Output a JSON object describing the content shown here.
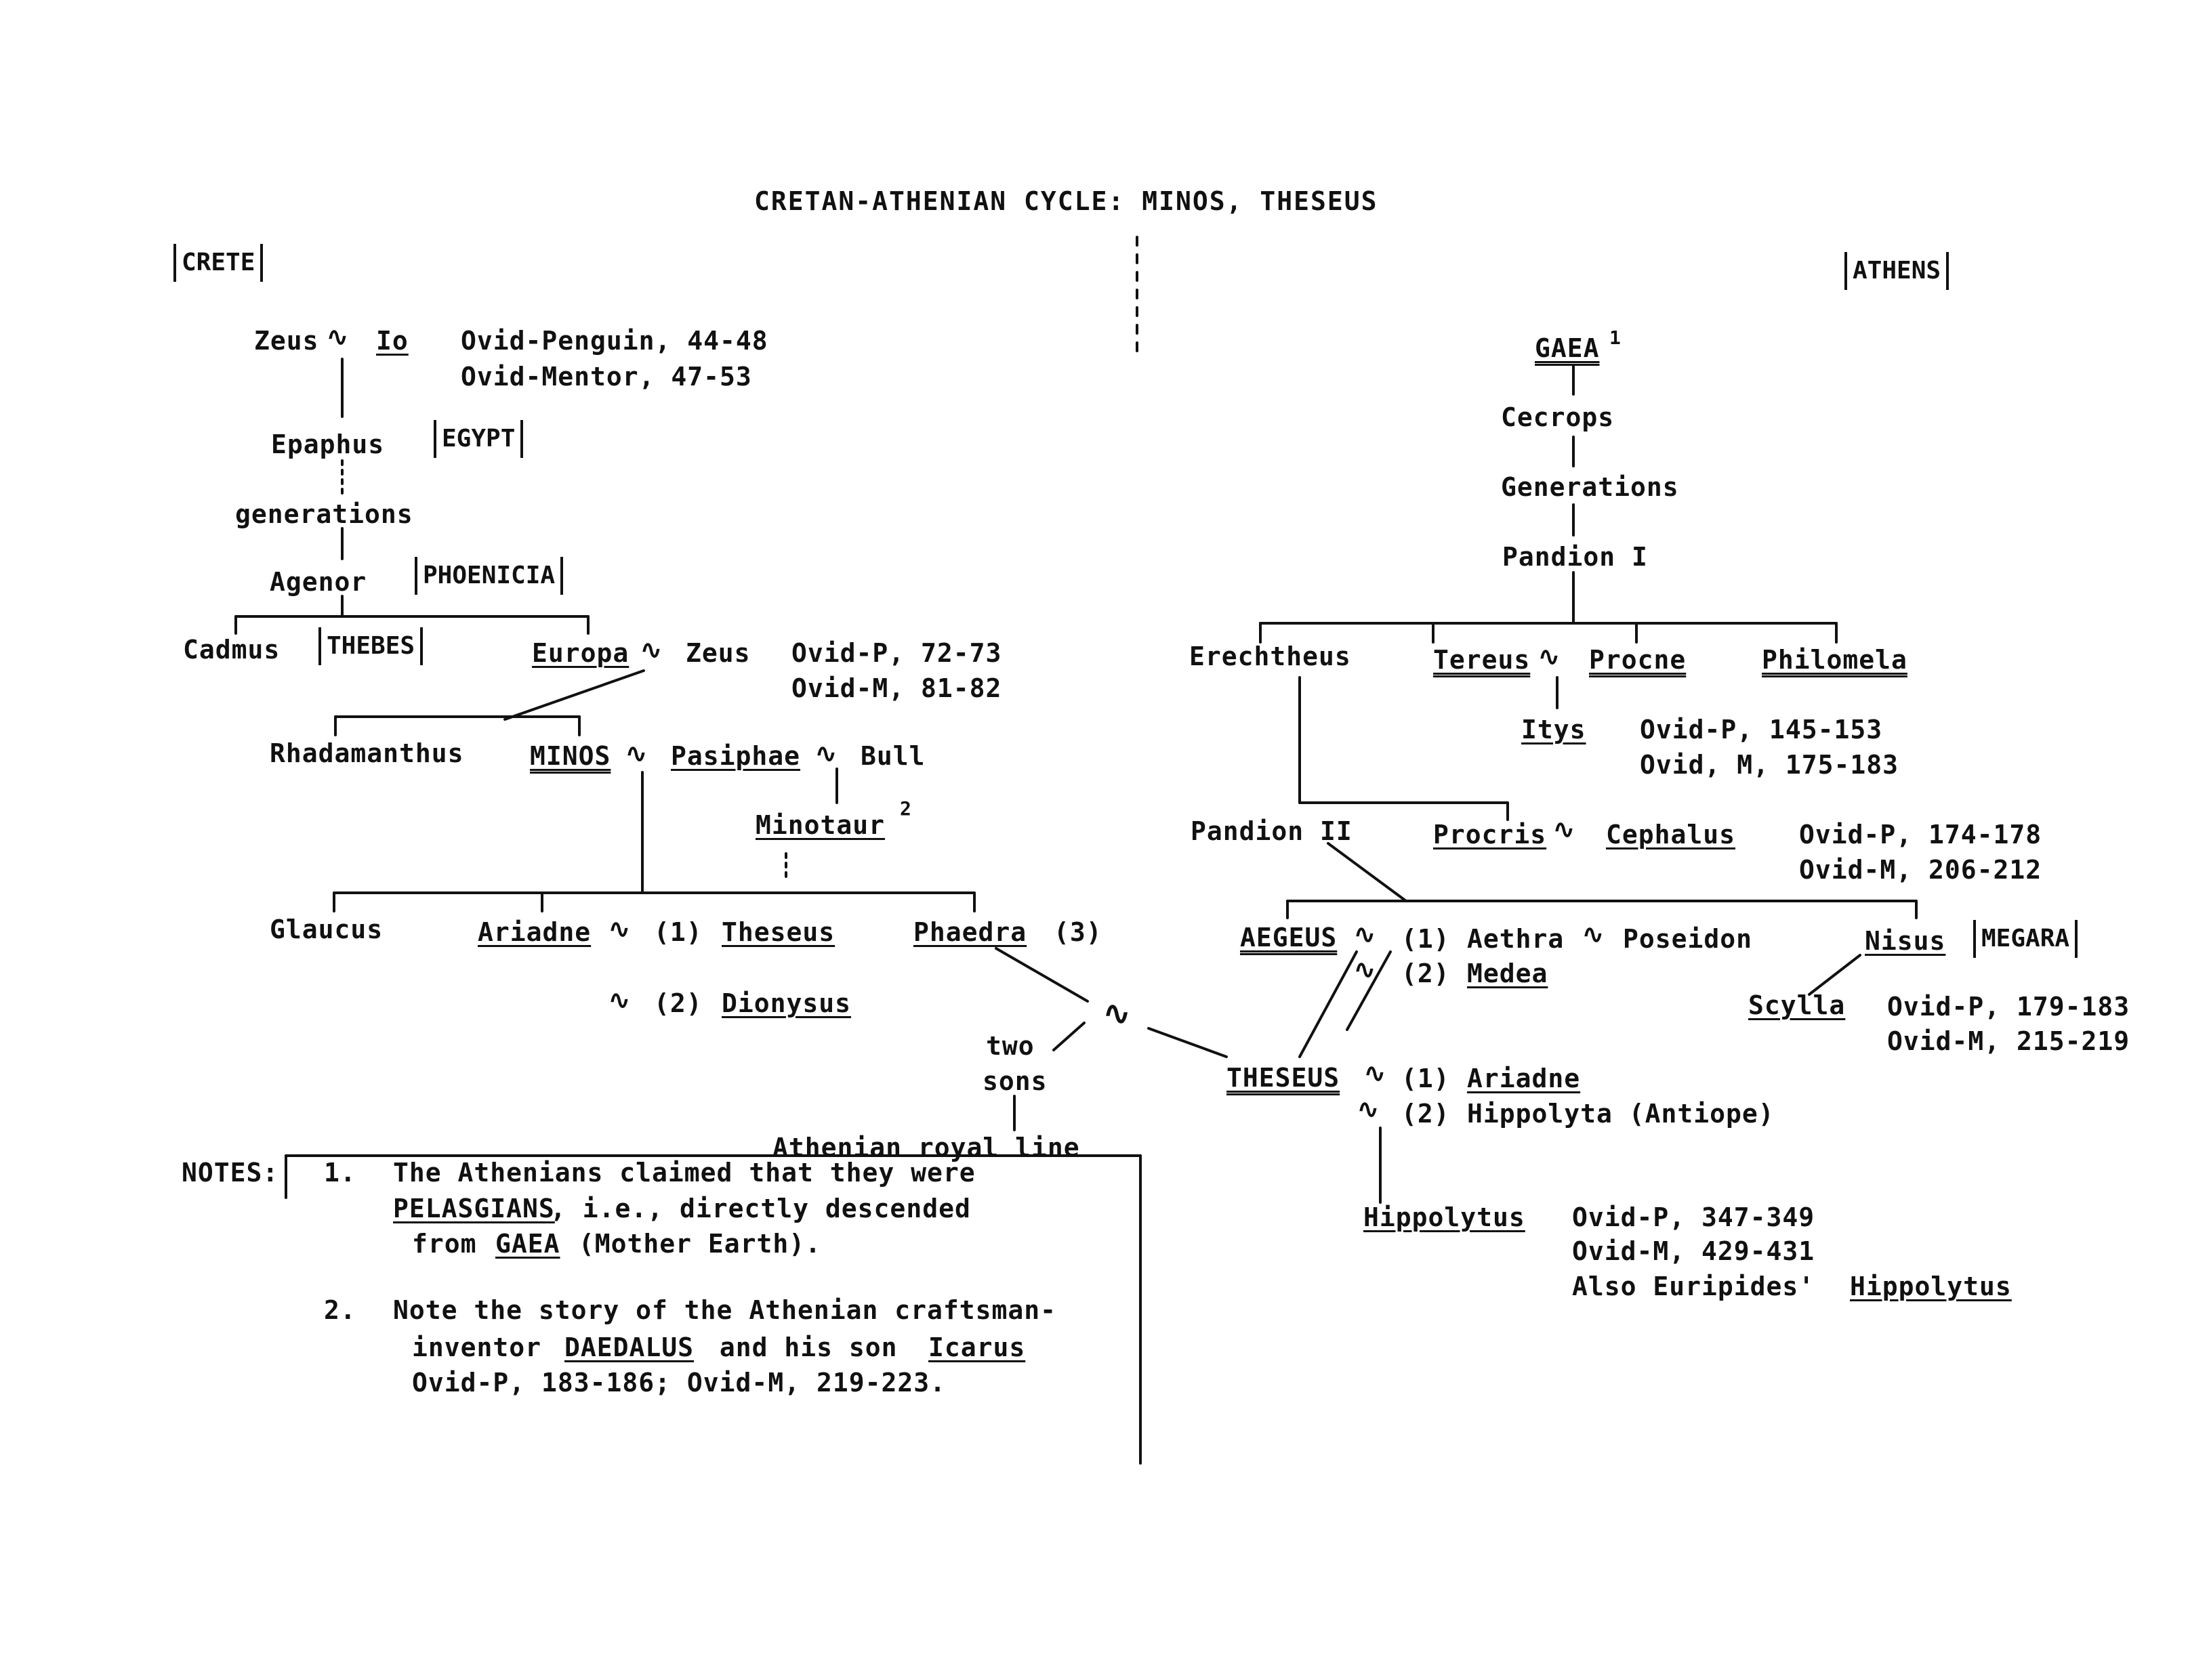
{
  "title": "CRETAN-ATHENIAN CYCLE: MINOS, THESEUS",
  "regions": {
    "crete": "CRETE",
    "athens": "ATHENS",
    "egypt": "EGYPT",
    "phoenicia": "PHOENICIA",
    "thebes": "THEBES",
    "megara": "MEGARA"
  },
  "crete_tree": {
    "zeus": "Zeus",
    "io": "Io",
    "ref_io_1": "Ovid-Penguin, 44-48",
    "ref_io_2": "Ovid-Mentor, 47-53",
    "epaphus": "Epaphus",
    "generations": "generations",
    "agenor": "Agenor",
    "cadmus": "Cadmus",
    "europa": "Europa",
    "zeus2": "Zeus",
    "ref_europa_1": "Ovid-P, 72-73",
    "ref_europa_2": "Ovid-M, 81-82",
    "rhadamanthus": "Rhadamanthus",
    "minos": "MINOS",
    "pasiphae": "Pasiphae",
    "bull": "Bull",
    "minotaur": "Minotaur",
    "minotaur_note": "2",
    "glaucus": "Glaucus",
    "ariadne": "Ariadne",
    "ariadne_m1": "(1)",
    "theseus_small": "Theseus",
    "ariadne_m2": "(2)",
    "dionysus": "Dionysus",
    "phaedra": "Phaedra",
    "phaedra_m3": "(3)",
    "two": "two",
    "sons": "sons",
    "athenian_royal_line": "Athenian royal line"
  },
  "athens_tree": {
    "gaea": "GAEA",
    "gaea_note": "1",
    "cecrops": "Cecrops",
    "generations": "Generations",
    "pandion1": "Pandion I",
    "erechtheus": "Erechtheus",
    "tereus": "Tereus",
    "procne": "Procne",
    "philomela": "Philomela",
    "itys": "Itys",
    "ref_itys_1": "Ovid-P, 145-153",
    "ref_itys_2": "Ovid, M, 175-183",
    "pandion2": "Pandion II",
    "procris": "Procris",
    "cephalus": "Cephalus",
    "ref_procris_1": "Ovid-P, 174-178",
    "ref_procris_2": "Ovid-M, 206-212",
    "aegeus": "AEGEUS",
    "aegeus_m1": "(1)",
    "aethra": "Aethra",
    "poseidon": "Poseidon",
    "aegeus_m2": "(2)",
    "medea": "Medea",
    "nisus": "Nisus",
    "scylla": "Scylla",
    "ref_scylla_1": "Ovid-P, 179-183",
    "ref_scylla_2": "Ovid-M, 215-219",
    "theseus": "THESEUS",
    "theseus_m1": "(1)",
    "ariadne": "Ariadne",
    "theseus_m2": "(2)",
    "hippolyta": "Hippolyta (Antiope)",
    "hippolytus": "Hippolytus",
    "ref_hipp_1": "Ovid-P, 347-349",
    "ref_hipp_2": "Ovid-M, 429-431",
    "ref_hipp_3_prefix": "Also Euripides'",
    "ref_hipp_3_work": "Hippolytus"
  },
  "notes": {
    "label": "NOTES:",
    "n1_num": "1.",
    "n1_l1": "The Athenians claimed that they were",
    "n1_l2_a": "PELASGIANS",
    "n1_l2_b": ", i.e., directly descended",
    "n1_l3_a": "from ",
    "n1_l3_b": "GAEA",
    "n1_l3_c": " (Mother Earth).",
    "n2_num": "2.",
    "n2_l1": "Note the story of the Athenian craftsman-",
    "n2_l2_a": "inventor ",
    "n2_l2_b": "DAEDALUS",
    "n2_l2_c": " and his son ",
    "n2_l2_d": "Icarus",
    "n2_l3": "Ovid-P, 183-186; Ovid-M, 219-223."
  },
  "marriage_glyph": "∿"
}
